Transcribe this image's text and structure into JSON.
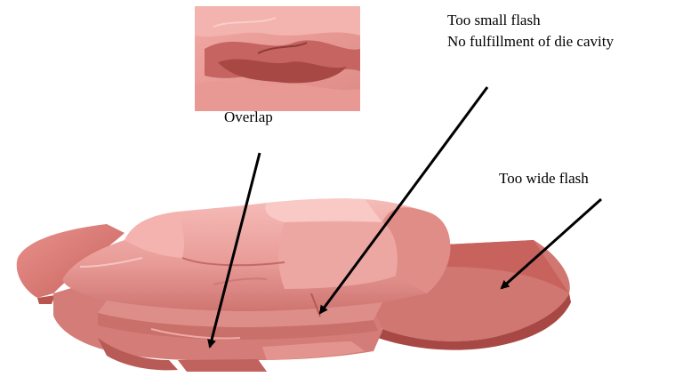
{
  "annotations": {
    "overlap": "Overlap",
    "small_flash_line1": "Too small flash",
    "small_flash_line2": "No fulfillment of die cavity",
    "wide_flash": "Too wide flash"
  },
  "colors": {
    "part_base": "#e88f8c",
    "part_light": "#f4b4b0",
    "part_highlight": "#f9c9c5",
    "part_shadow": "#c2625e",
    "part_dark": "#a84844",
    "flash": "#d97873",
    "arrow": "#000000"
  }
}
